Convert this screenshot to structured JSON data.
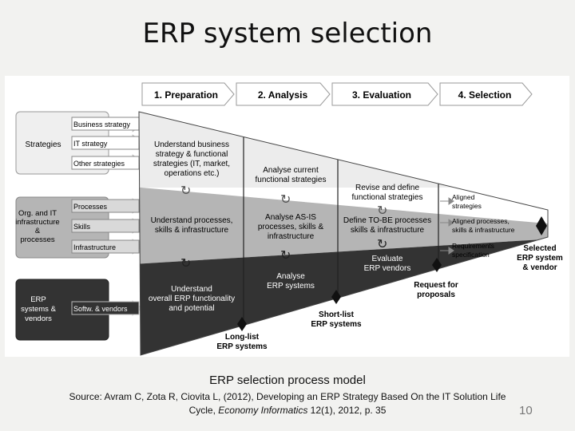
{
  "title": "ERP system selection",
  "diagram": {
    "phases": [
      "1. Preparation",
      "2. Analysis",
      "3. Evaluation",
      "4. Selection"
    ],
    "left_groups": [
      {
        "label": [
          "Strategies"
        ],
        "items": [
          "Business strategy",
          "IT strategy",
          "Other strategies"
        ]
      },
      {
        "label": [
          "Org. and IT",
          "infrastructure",
          "&",
          "processes"
        ],
        "items": [
          "Processes",
          "Skills",
          "Infrastructure"
        ]
      },
      {
        "label": [
          "ERP",
          "systems &",
          "vendors"
        ],
        "items": [
          "Softw. & vendors"
        ]
      }
    ],
    "activities": {
      "preparation": [
        [
          "Understand business",
          "strategy & functional",
          "strategies (IT, market,",
          "operations etc.)"
        ],
        [
          "Understand processes,",
          "skills & infrastructure"
        ],
        [
          "Understand",
          "overall ERP functionality",
          "and potential"
        ]
      ],
      "analysis": [
        [
          "Analyse current",
          "functional strategies"
        ],
        [
          "Analyse AS-IS",
          "processes, skills &",
          "infrastructure"
        ],
        [
          "Analyse",
          "ERP systems"
        ]
      ],
      "evaluation": [
        [
          "Revise and define",
          "functional strategies"
        ],
        [
          "Define TO-BE processes",
          "skills & infrastructure"
        ],
        [
          "Evaluate",
          "ERP vendors"
        ]
      ]
    },
    "outputs": [
      [
        "Aligned",
        "strategies"
      ],
      [
        "Aligned processes,",
        "skills & infrastructure"
      ],
      [
        "Requirements",
        "specification"
      ]
    ],
    "milestones": {
      "long_list": [
        "Long-list",
        "ERP systems"
      ],
      "short_list": [
        "Short-list",
        "ERP systems"
      ],
      "rfp": [
        "Request for",
        "proposals"
      ],
      "selected": [
        "Selected",
        "ERP system",
        "& vendor"
      ]
    },
    "colors": {
      "top_band": "#ececec",
      "mid_band": "#b5b5b5",
      "bottom_band": "#333333",
      "arrow_shade": "#d9d9d9"
    }
  },
  "caption": "ERP selection process model",
  "source": {
    "line1": "Source: Avram C, Zota R, Ciovita L, (2012), Developing an ERP Strategy Based On the IT Solution Life",
    "line2_before": "Cycle, ",
    "line2_journal": "Economy Informatics",
    "line2_after": " 12(1), 2012, p. 35"
  },
  "page_number": "10"
}
